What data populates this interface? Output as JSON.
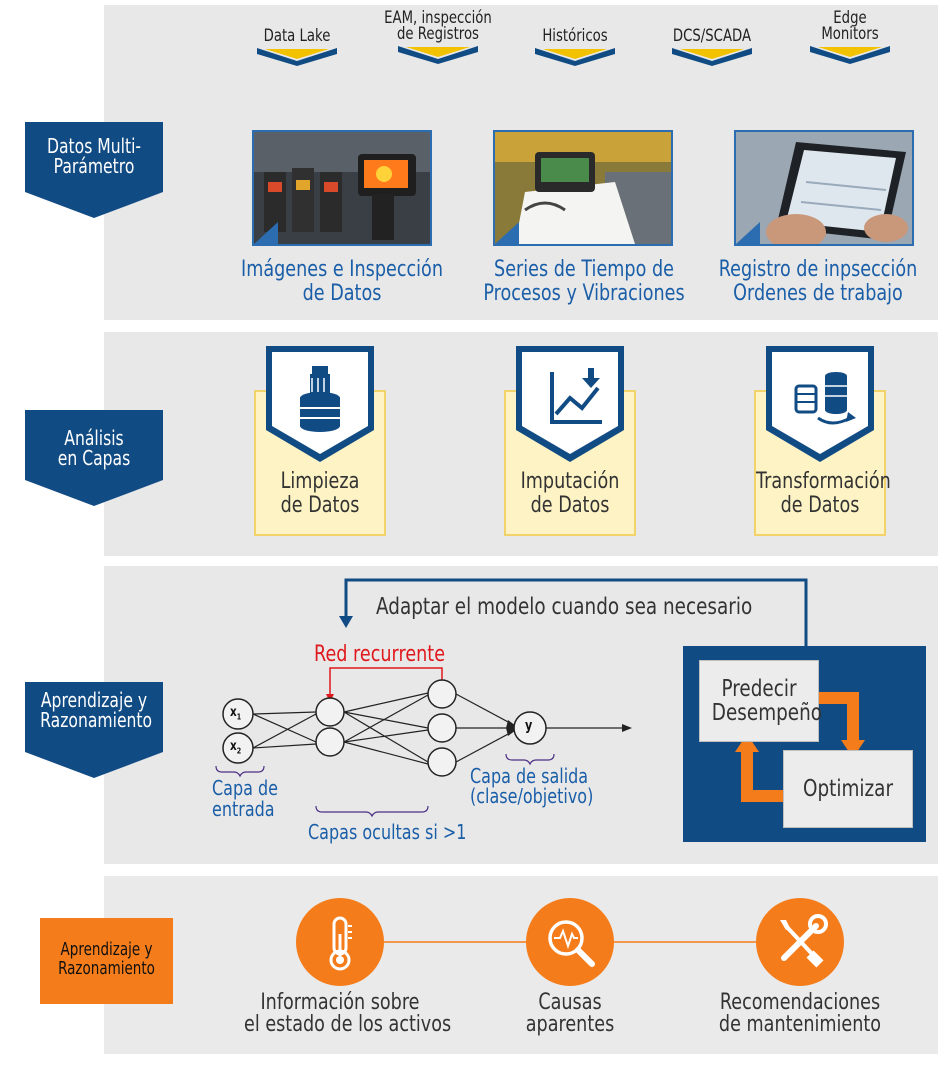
{
  "sources": [
    "Data Lake",
    "EAM, inspección de Registros",
    "Históricos",
    "DCS/SCADA",
    "Edge Monitors"
  ],
  "section1": {
    "tag_line1": "Datos Multi-",
    "tag_line2": "Parámetro",
    "items": [
      {
        "line1": "Imágenes e Inspección",
        "line2": "de Datos"
      },
      {
        "line1": "Series de Tiempo de",
        "line2": "Procesos y Vibraciones"
      },
      {
        "line1": "Registro de inpsección",
        "line2": "Ordenes de trabajo"
      }
    ]
  },
  "section2": {
    "tag_line1": "Análisis",
    "tag_line2": "en Capas",
    "cards": [
      {
        "line1": "Limpieza",
        "line2": "de Datos",
        "icon": "database-cleaning-icon"
      },
      {
        "line1": "Imputación",
        "line2": "de Datos",
        "icon": "chart-download-icon"
      },
      {
        "line1": "Transformación",
        "line2": "de Datos",
        "icon": "database-transform-icon"
      }
    ]
  },
  "section3": {
    "tag_line1": "Aprendizaje y",
    "tag_line2": "Razonamiento",
    "adapt": "Adaptar el modelo cuando sea necesario",
    "recurrent": "Red recurrente",
    "x1": "x",
    "x1_sub": "1",
    "x2": "x",
    "x2_sub": "2",
    "y": "y",
    "input_line1": "Capa de",
    "input_line2": "entrada",
    "hidden": "Capas ocultas si >1",
    "output_line1": "Capa de salida",
    "output_line2": "(clase/objetivo)",
    "predict_line1": "Predecir",
    "predict_line2": "Desempeño",
    "optimize": "Optimizar"
  },
  "section4": {
    "tag_line1": "Aprendizaje y",
    "tag_line2": "Razonamiento",
    "items": [
      {
        "line1": "Información sobre",
        "line2": "el estado de los activos",
        "icon": "thermometer-icon"
      },
      {
        "line1": "Causas",
        "line2": "aparentes",
        "icon": "magnifier-pulse-icon"
      },
      {
        "line1": "Recomendaciones",
        "line2": "de mantenimiento",
        "icon": "wrench-screwdriver-icon"
      }
    ]
  },
  "colors": {
    "navy": "#114b84",
    "blue_text": "#1a5ea8",
    "orange": "#f47c1a",
    "yellow": "#f2c200",
    "red": "#e0191e"
  }
}
